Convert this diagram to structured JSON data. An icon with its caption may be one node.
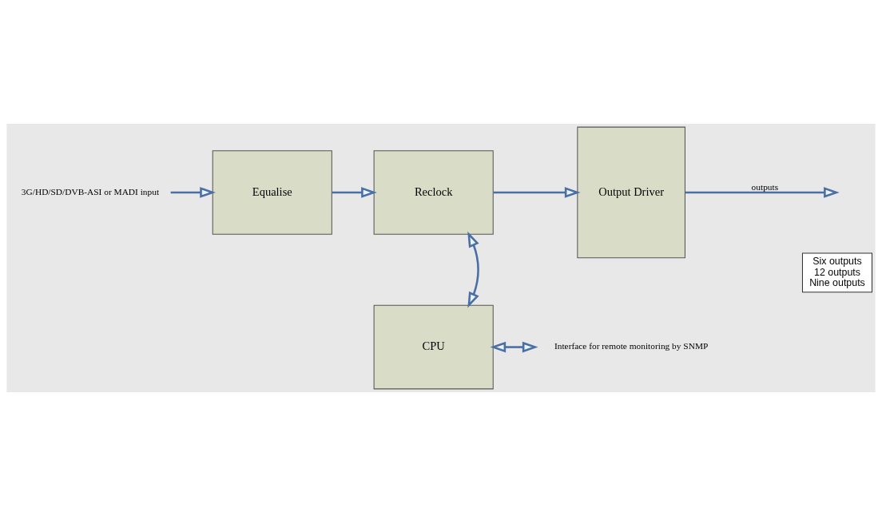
{
  "diagram": {
    "nodes": [
      {
        "text": [
          "3G/HD/SD/DVB-ASI or MADI input"
        ]
      },
      {
        "text": [
          "Equalise"
        ]
      },
      {
        "text": [
          "Reclock"
        ]
      },
      {
        "text": [
          "Output Driver"
        ]
      },
      {
        "text": [
          "Six outputs",
          "12 outputs",
          "Nine outputs"
        ]
      },
      {
        "text": [
          "CPU"
        ]
      },
      {
        "text": [
          "Interface for remote monitoring by SNMP"
        ]
      }
    ],
    "edges": [
      {
        "from": 0,
        "to": 1,
        "arrow": "to"
      },
      {
        "from": 1,
        "to": 2,
        "arrow": "to"
      },
      {
        "from": 2,
        "to": 3,
        "arrow": "to"
      },
      {
        "from": 3,
        "to": null,
        "arrow": "to",
        "label": "outputs"
      },
      {
        "from": 5,
        "to": 2,
        "arrow": "both"
      },
      {
        "from": 5,
        "to": 6,
        "arrow": "both"
      }
    ]
  }
}
